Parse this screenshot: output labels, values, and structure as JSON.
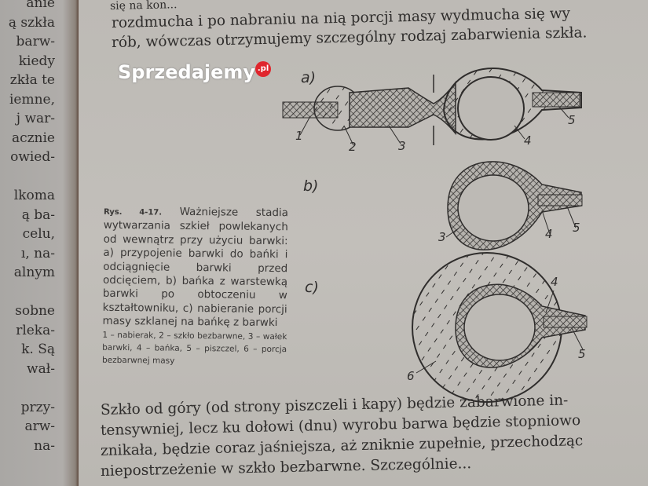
{
  "left_page": {
    "lines": [
      "anie",
      "ą szkła",
      "barw-",
      "kiedy",
      "zkła te",
      "iemne,",
      "j war-",
      "acznie",
      "owied-",
      "",
      "lkoma",
      "ą ba-",
      "celu,",
      "ı, na-",
      "alnym",
      "",
      "sobne",
      "rleka-",
      "k. Są",
      "wał-",
      "",
      "przy-",
      "arw-",
      "na-"
    ]
  },
  "top_text": [
    "się na kon...",
    "rozdmucha i po nabraniu na nią porcji masy wydmucha się wy",
    "rób, wówczas otrzymujemy szczególny rodzaj zabarwienia szkła."
  ],
  "figure": {
    "parts": [
      "a)",
      "b)",
      "c)"
    ],
    "labels_a": [
      "1",
      "2",
      "3",
      "4",
      "5"
    ],
    "labels_b": [
      "3",
      "4",
      "5"
    ],
    "labels_c": [
      "4",
      "5",
      "6"
    ],
    "caption_prefix": "Rys. 4-17.",
    "caption": "Ważniejsze stadia wytwarzania szkieł powlekanych od wewnątrz przy użyciu barwki: a) przypojenie barwki do bańki i odciągnięcie barwki przed odcięciem, b) bańka z warstewką barwki po obtoczeniu w kształtowniku, c) nabieranie porcji masy szklanej na bańkę z barwki",
    "legend": "1 – nabierak, 2 – szkło bezbarwne, 3 – wałek barwki, 4 – bańka, 5 – piszczel, 6 – porcja bezbarwnej masy"
  },
  "bottom_text": [
    "Szkło od góry (od strony piszczeli i kapy) będzie zabarwione in-",
    "tensywniej, lecz ku dołowi (dnu) wyrobu barwa będzie stopniowo",
    "znikała, będzie coraz jaśniejsza, aż zniknie zupełnie, przechodząc",
    "niepostrzeżenie w szkło bezbarwne. Szczególnie..."
  ],
  "watermark": {
    "text": "Sprzedajemy",
    "badge": ".pl",
    "badge_color": "#e0262d"
  }
}
